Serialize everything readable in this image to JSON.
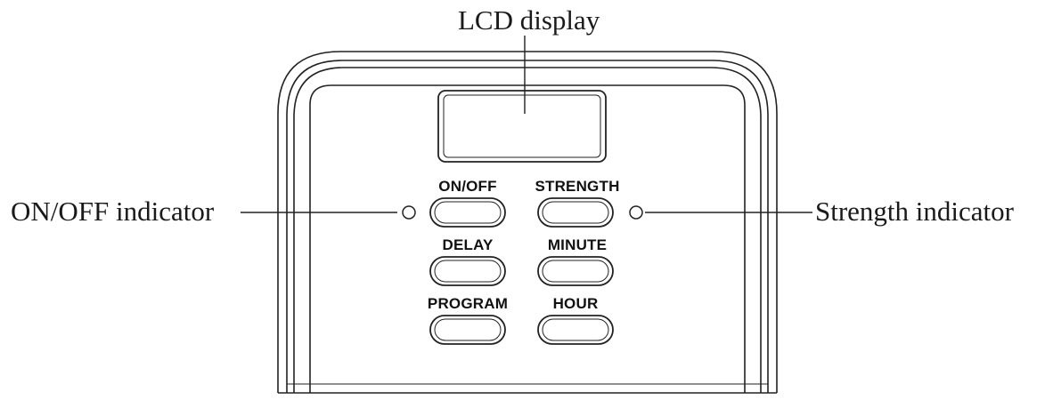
{
  "labels": {
    "lcd_display": "LCD display",
    "on_off_indicator": "ON/OFF indicator",
    "strength_indicator": "Strength indicator"
  },
  "buttons": {
    "on_off": "ON/OFF",
    "strength": "STRENGTH",
    "delay": "DELAY",
    "minute": "MINUTE",
    "program": "PROGRAM",
    "hour": "HOUR"
  }
}
